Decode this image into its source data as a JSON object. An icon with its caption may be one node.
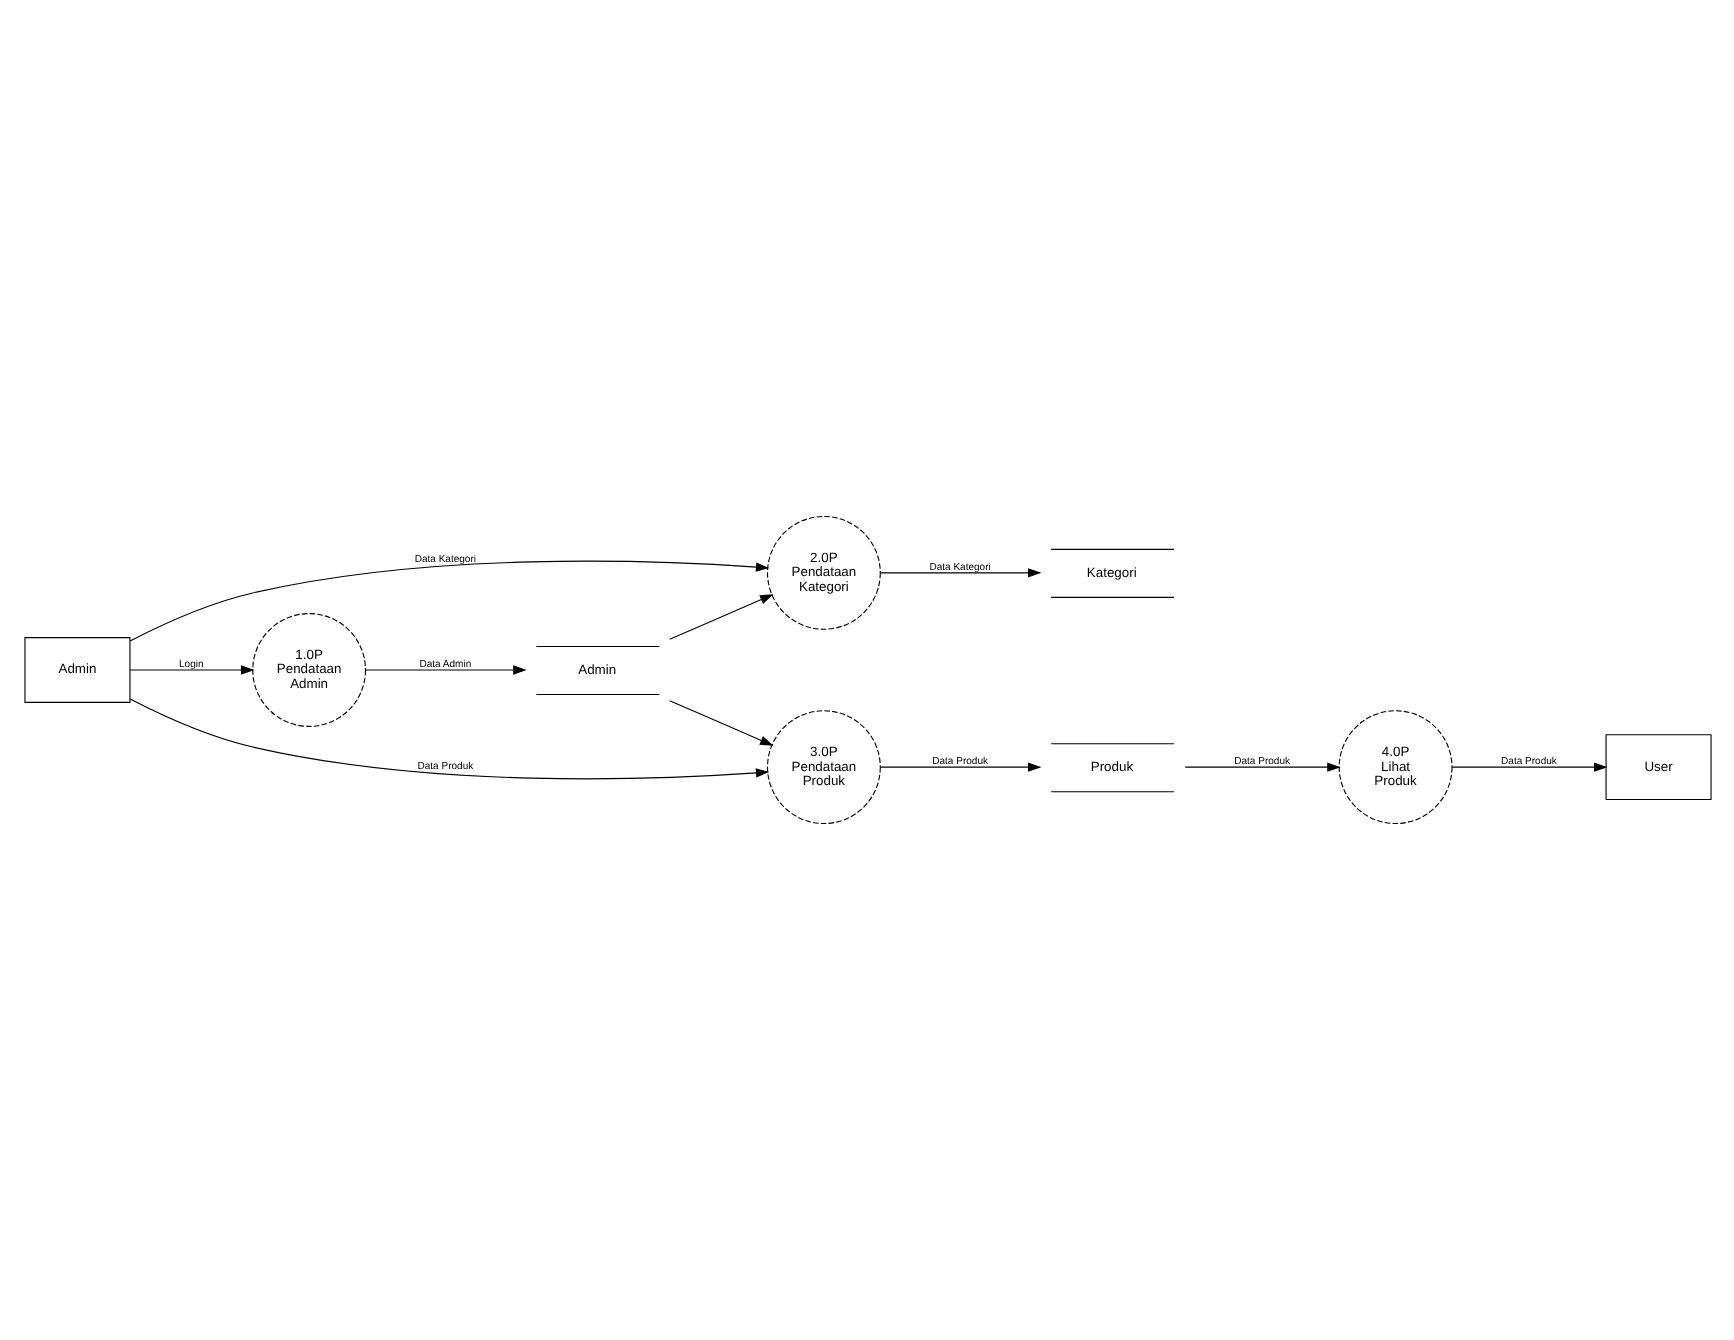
{
  "diagram": {
    "nodes": [
      {
        "text": [
          "Admin"
        ]
      },
      {
        "text": [
          "1.0P Pendataan Admin"
        ]
      },
      {
        "text": [
          "Admin"
        ]
      },
      {
        "text": [
          "2.0P Pendataan Kategori"
        ]
      },
      {
        "text": [
          "Kategori"
        ]
      },
      {
        "text": [
          "3.0P Pendataan Produk"
        ]
      },
      {
        "text": [
          "Produk"
        ]
      },
      {
        "text": [
          "User"
        ]
      },
      {
        "text": [
          "4.0P Lihat Produk"
        ]
      }
    ],
    "edges": [
      {
        "from": 0,
        "to": 1,
        "arrow": "to",
        "label": "Login"
      },
      {
        "from": 1,
        "to": 2,
        "arrow": "to",
        "label": "Data Admin"
      },
      {
        "from": 0,
        "to": 3,
        "arrow": "to",
        "label": "Data Kategori"
      },
      {
        "from": 3,
        "to": 4,
        "arrow": "to",
        "label": "Data Kategori"
      },
      {
        "from": 0,
        "to": 5,
        "arrow": "to",
        "label": "Data Produk"
      },
      {
        "from": 5,
        "to": 6,
        "arrow": "to",
        "label": "Data Produk"
      },
      {
        "from": 2,
        "to": 3,
        "arrow": "to"
      },
      {
        "from": 2,
        "to": 5,
        "arrow": "to"
      },
      {
        "from": 6,
        "to": 8,
        "arrow": "to",
        "label": "Data Produk"
      },
      {
        "from": 8,
        "to": 7,
        "arrow": "to",
        "label": "Data Produk"
      }
    ]
  }
}
